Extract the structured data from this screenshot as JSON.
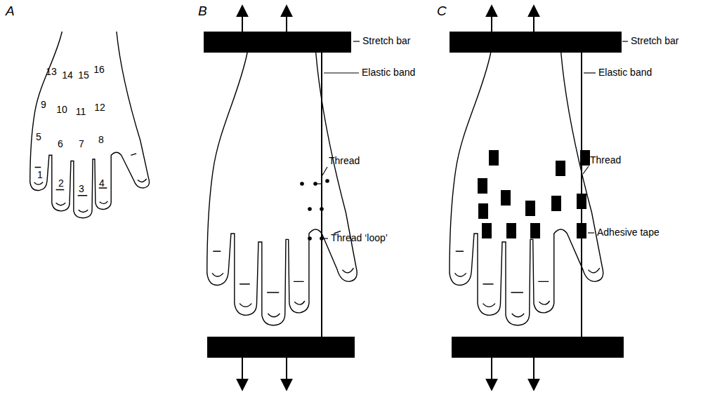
{
  "diagram": {
    "labels": [
      "A",
      "B",
      "C",
      "13",
      "14",
      "15",
      "16",
      "9",
      "10",
      "11",
      "12",
      "5",
      "6",
      "7",
      "8",
      "1",
      "2",
      "3",
      "4",
      "Stretch bar",
      "Elastic band",
      "Thread",
      "Thread ‘loop’",
      "Stretch bar",
      "Elastic band",
      "Thread",
      "Adhesive tape"
    ]
  }
}
